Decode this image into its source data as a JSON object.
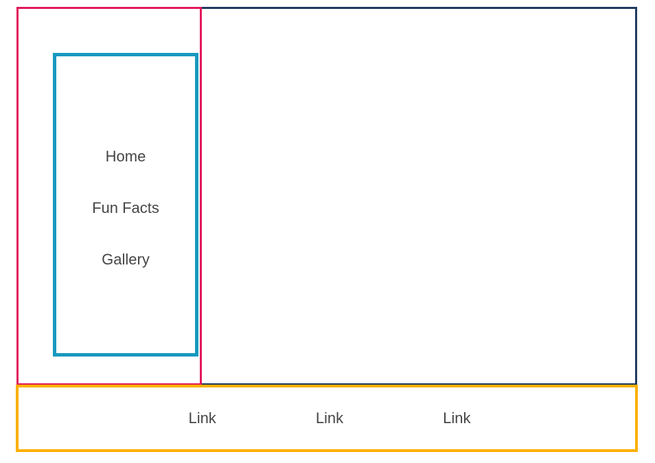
{
  "colors": {
    "nav_border": "#e2185c",
    "nav_list_border": "#1899bf",
    "main_border": "#1e3a5f",
    "footer_border": "#fbb000",
    "text": "#464646"
  },
  "nav": {
    "items": [
      {
        "label": "Home"
      },
      {
        "label": "Fun Facts"
      },
      {
        "label": "Gallery"
      }
    ]
  },
  "main": {},
  "footer": {
    "links": [
      {
        "label": "Link"
      },
      {
        "label": "Link"
      },
      {
        "label": "Link"
      }
    ]
  }
}
